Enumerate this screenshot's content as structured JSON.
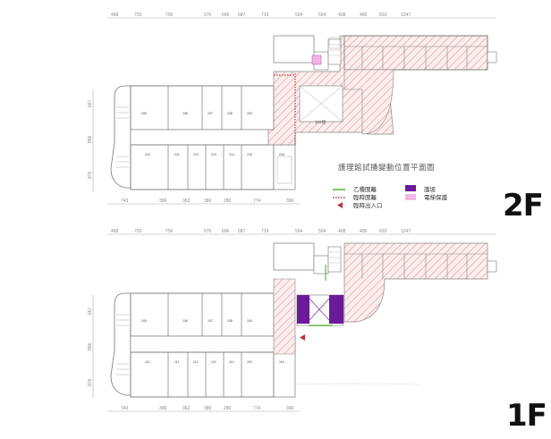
{
  "floors": [
    {
      "id": "2F",
      "label": "2F",
      "dims_top": [
        "468",
        "725",
        "756",
        "570",
        "606",
        "687",
        "716",
        "504",
        "504",
        "408",
        "405",
        "810",
        "1247"
      ],
      "dims_bottom": [
        "743",
        "396",
        "362",
        "380",
        "280",
        "774",
        "396"
      ],
      "dims_left": [
        "667",
        "856",
        "876"
      ],
      "wing_label": "102號",
      "room_labels": [
        "205",
        "206",
        "207",
        "208",
        "209",
        "210",
        "211",
        "212",
        "213",
        "214",
        "215",
        "216"
      ]
    },
    {
      "id": "1F",
      "label": "1F",
      "dims_top": [
        "468",
        "725",
        "756",
        "570",
        "606",
        "687",
        "716",
        "504",
        "504",
        "408",
        "405",
        "810",
        "1247"
      ],
      "dims_bottom": [
        "743",
        "396",
        "362",
        "380",
        "280",
        "774",
        "396"
      ],
      "dims_left": [
        "667",
        "856",
        "876"
      ],
      "room_labels": [
        "105",
        "106",
        "107",
        "108",
        "109",
        "110",
        "111",
        "112",
        "113",
        "114",
        "115",
        "116"
      ]
    }
  ],
  "plan_title": "護理館試播變動位置平面圖",
  "legend": [
    {
      "label": "乙種圍籬",
      "kind": "line",
      "color": "#5fb84a"
    },
    {
      "label": "臨時圍籬",
      "kind": "dotted",
      "color": "#c0323a"
    },
    {
      "label": "臨時出入口",
      "kind": "arrow",
      "color": "#c0323a"
    },
    {
      "label": "護坡",
      "kind": "box",
      "color": "#6b1a9a"
    },
    {
      "label": "電梯保護",
      "kind": "box",
      "color": "#f2b6e6"
    }
  ],
  "colors": {
    "hatch": "#e6a0a0",
    "wall": "#7a7a7a",
    "fence_green": "#5fb84a",
    "fence_red": "#c0323a",
    "slope_purple": "#6b1a9a",
    "elevator_pink": "#f2b6e6"
  }
}
